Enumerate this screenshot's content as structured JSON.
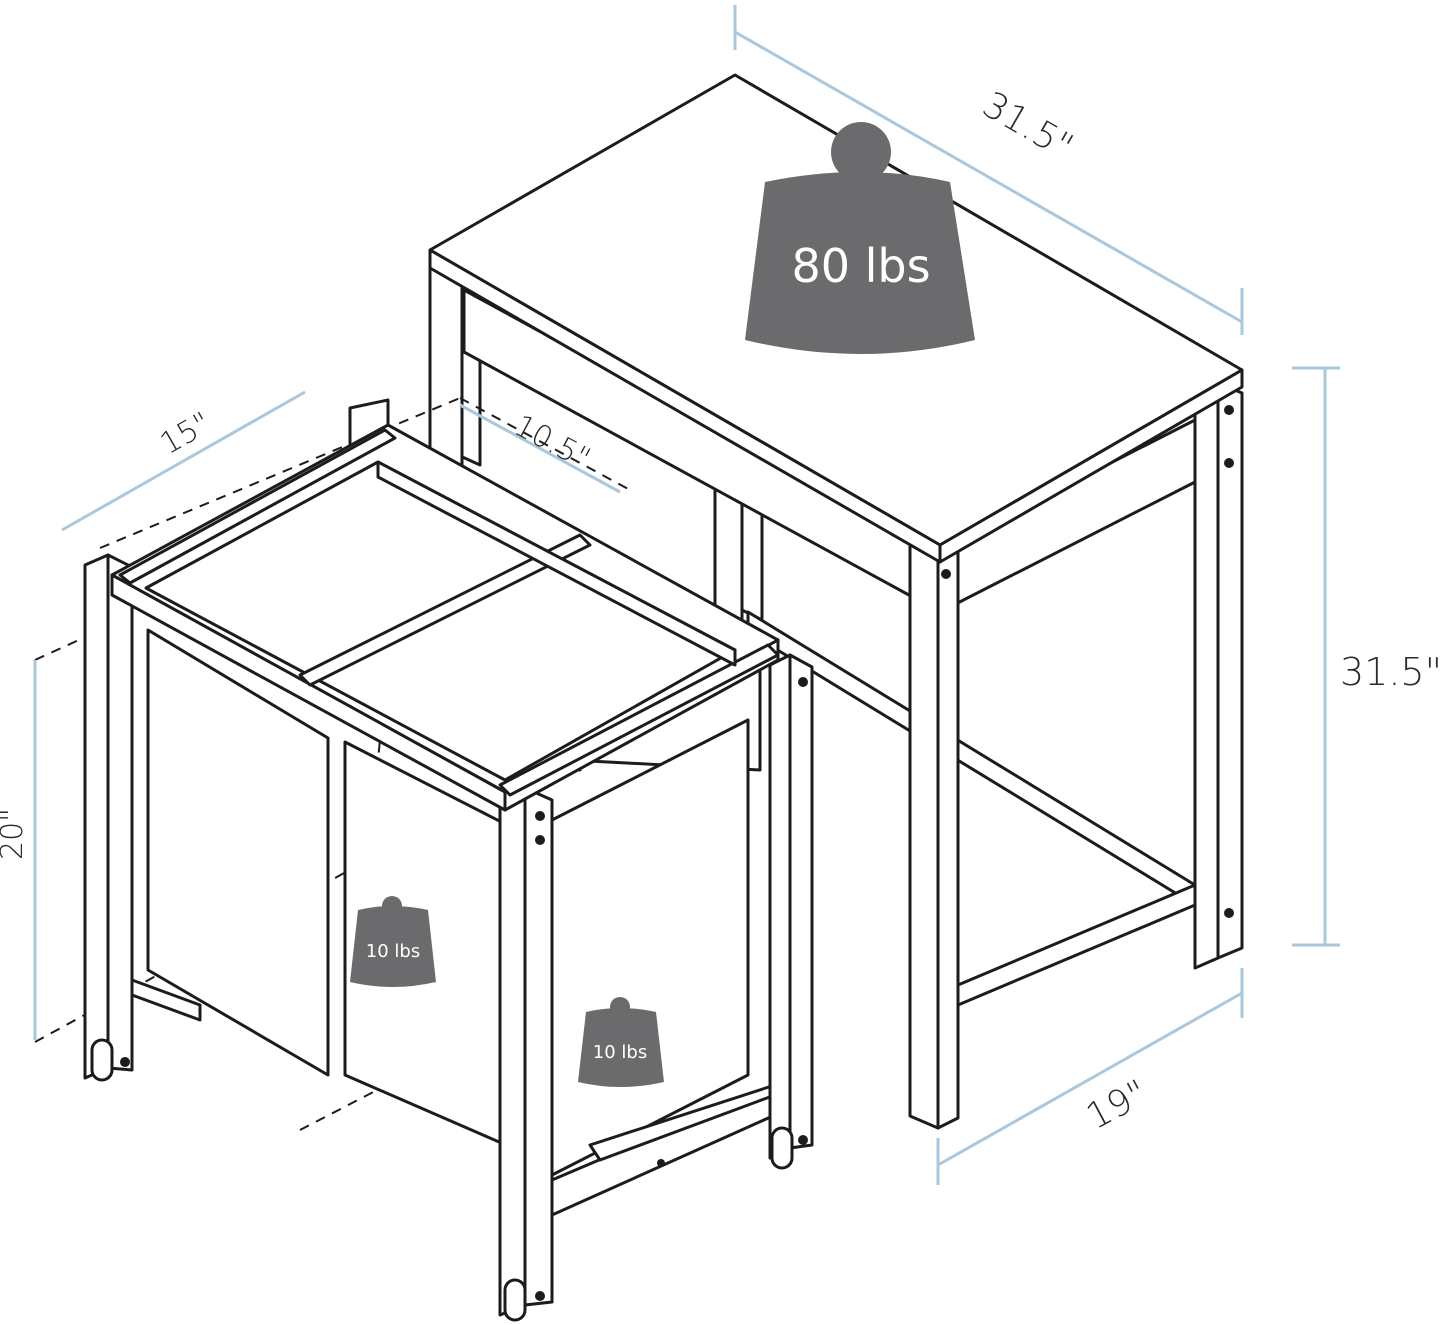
{
  "diagram": {
    "colors": {
      "line": "#1c1c1c",
      "dimension": "#a9c8dc",
      "weight": "#6b6b6d",
      "background": "#ffffff"
    },
    "table": {
      "width_label": "31.5\"",
      "height_label": "31.5\"",
      "depth_label": "19\"",
      "weight_label": "80 lbs"
    },
    "hamper": {
      "width_label": "15\"",
      "bag_depth_label": "10.5\"",
      "height_label": "20\"",
      "bag_weight_left": "10 lbs",
      "bag_weight_right": "10 lbs"
    }
  }
}
